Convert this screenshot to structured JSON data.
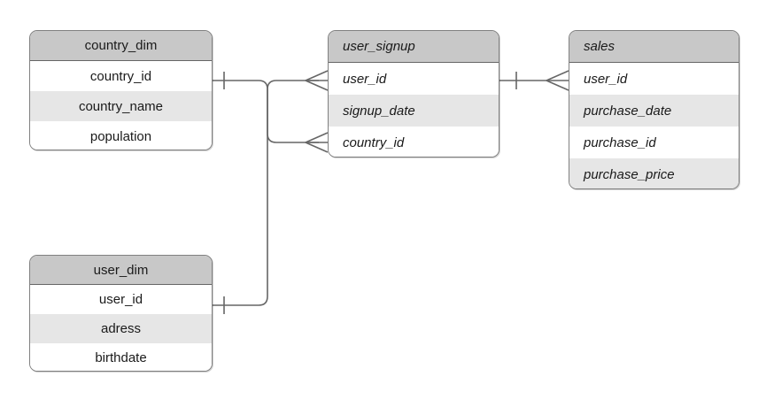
{
  "diagram": {
    "type": "entity-relationship-diagram",
    "title": "",
    "background_color": "#ffffff",
    "colors": {
      "header_fill": "#c8c8c8",
      "row_fill_odd": "#ffffff",
      "row_fill_even": "#e6e6e6",
      "border": "#808080",
      "header_border": "#666666",
      "connector": "#666666",
      "text": "#1a1a1a"
    },
    "entities": [
      {
        "id": "country_dim",
        "name": "country_dim",
        "text_style": "plain",
        "fields": [
          {
            "name": "country_id"
          },
          {
            "name": "country_name"
          },
          {
            "name": "population"
          }
        ]
      },
      {
        "id": "user_signup",
        "name": "user_signup",
        "text_style": "italic",
        "fields": [
          {
            "name": "user_id"
          },
          {
            "name": "signup_date"
          },
          {
            "name": "country_id"
          }
        ]
      },
      {
        "id": "sales",
        "name": "sales",
        "text_style": "italic",
        "fields": [
          {
            "name": "user_id"
          },
          {
            "name": "purchase_date"
          },
          {
            "name": "purchase_id"
          },
          {
            "name": "purchase_price"
          }
        ]
      },
      {
        "id": "user_dim",
        "name": "user_dim",
        "text_style": "plain",
        "fields": [
          {
            "name": "user_id"
          },
          {
            "name": "adress"
          },
          {
            "name": "birthdate"
          }
        ]
      }
    ],
    "relationships": [
      {
        "id": "country_dim-to-user_signup",
        "from_entity": "country_dim",
        "from_field": "country_id",
        "from_cardinality": "one",
        "to_entity": "user_signup",
        "to_field": "country_id",
        "to_cardinality": "many"
      },
      {
        "id": "user_dim-to-user_signup",
        "from_entity": "user_dim",
        "from_field": "user_id",
        "from_cardinality": "one",
        "to_entity": "user_signup",
        "to_field": "user_id",
        "to_cardinality": "many"
      },
      {
        "id": "user_signup-to-sales",
        "from_entity": "user_signup",
        "from_field": "user_id",
        "from_cardinality": "one",
        "to_entity": "sales",
        "to_field": "user_id",
        "to_cardinality": "many"
      }
    ]
  }
}
